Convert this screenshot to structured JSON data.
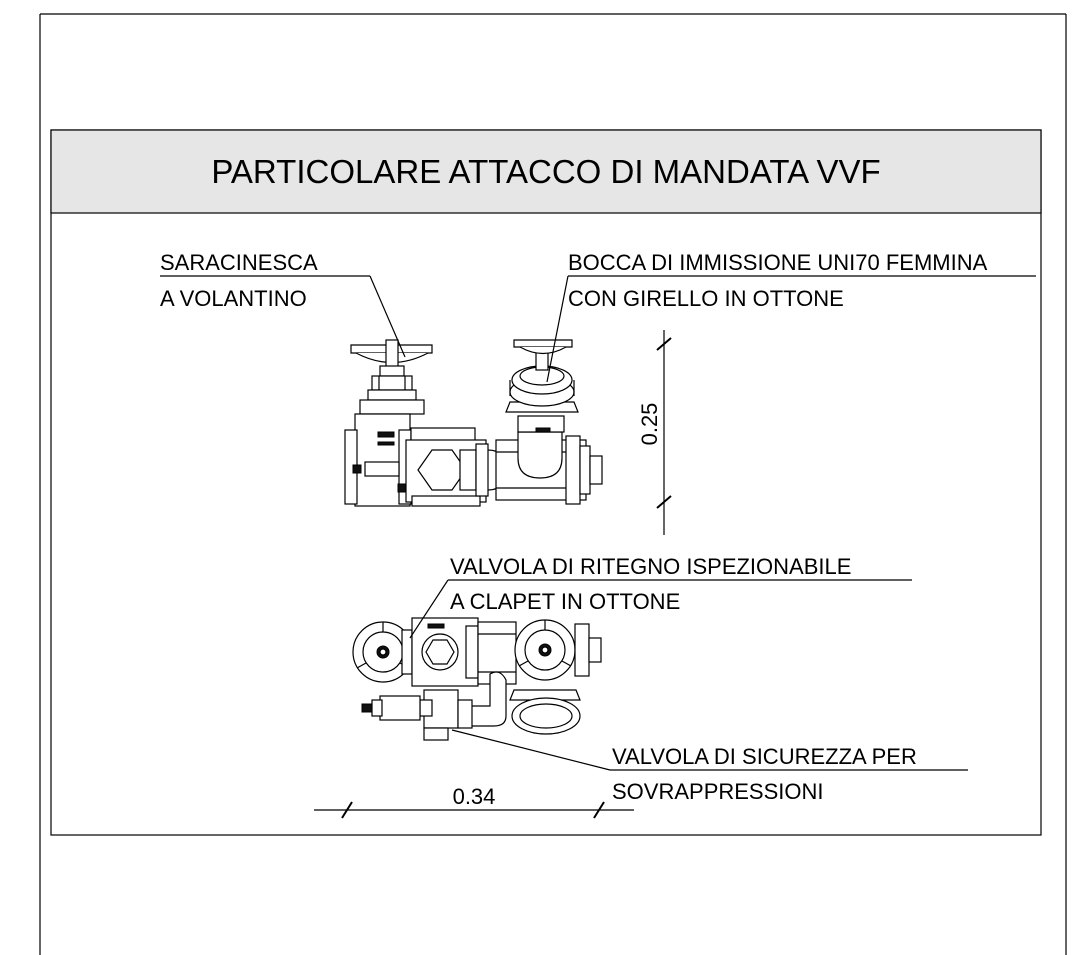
{
  "title": "PARTICOLARE ATTACCO DI MANDATA VVF",
  "labels": {
    "saracinesca_line1": "SARACINESCA",
    "saracinesca_line2": "A VOLANTINO",
    "bocca_line1": "BOCCA DI IMMISSIONE UNI70 FEMMINA",
    "bocca_line2": "CON  GIRELLO IN OTTONE",
    "valvola_ritegno_line1": "VALVOLA DI RITEGNO ISPEZIONABILE",
    "valvola_ritegno_line2": "A CLAPET IN OTTONE",
    "valvola_sicurezza_line1": "VALVOLA DI SICUREZZA  PER",
    "valvola_sicurezza_line2": "SOVRAPPRESSIONI"
  },
  "dimensions": {
    "height": "0.25",
    "width": "0.34"
  }
}
